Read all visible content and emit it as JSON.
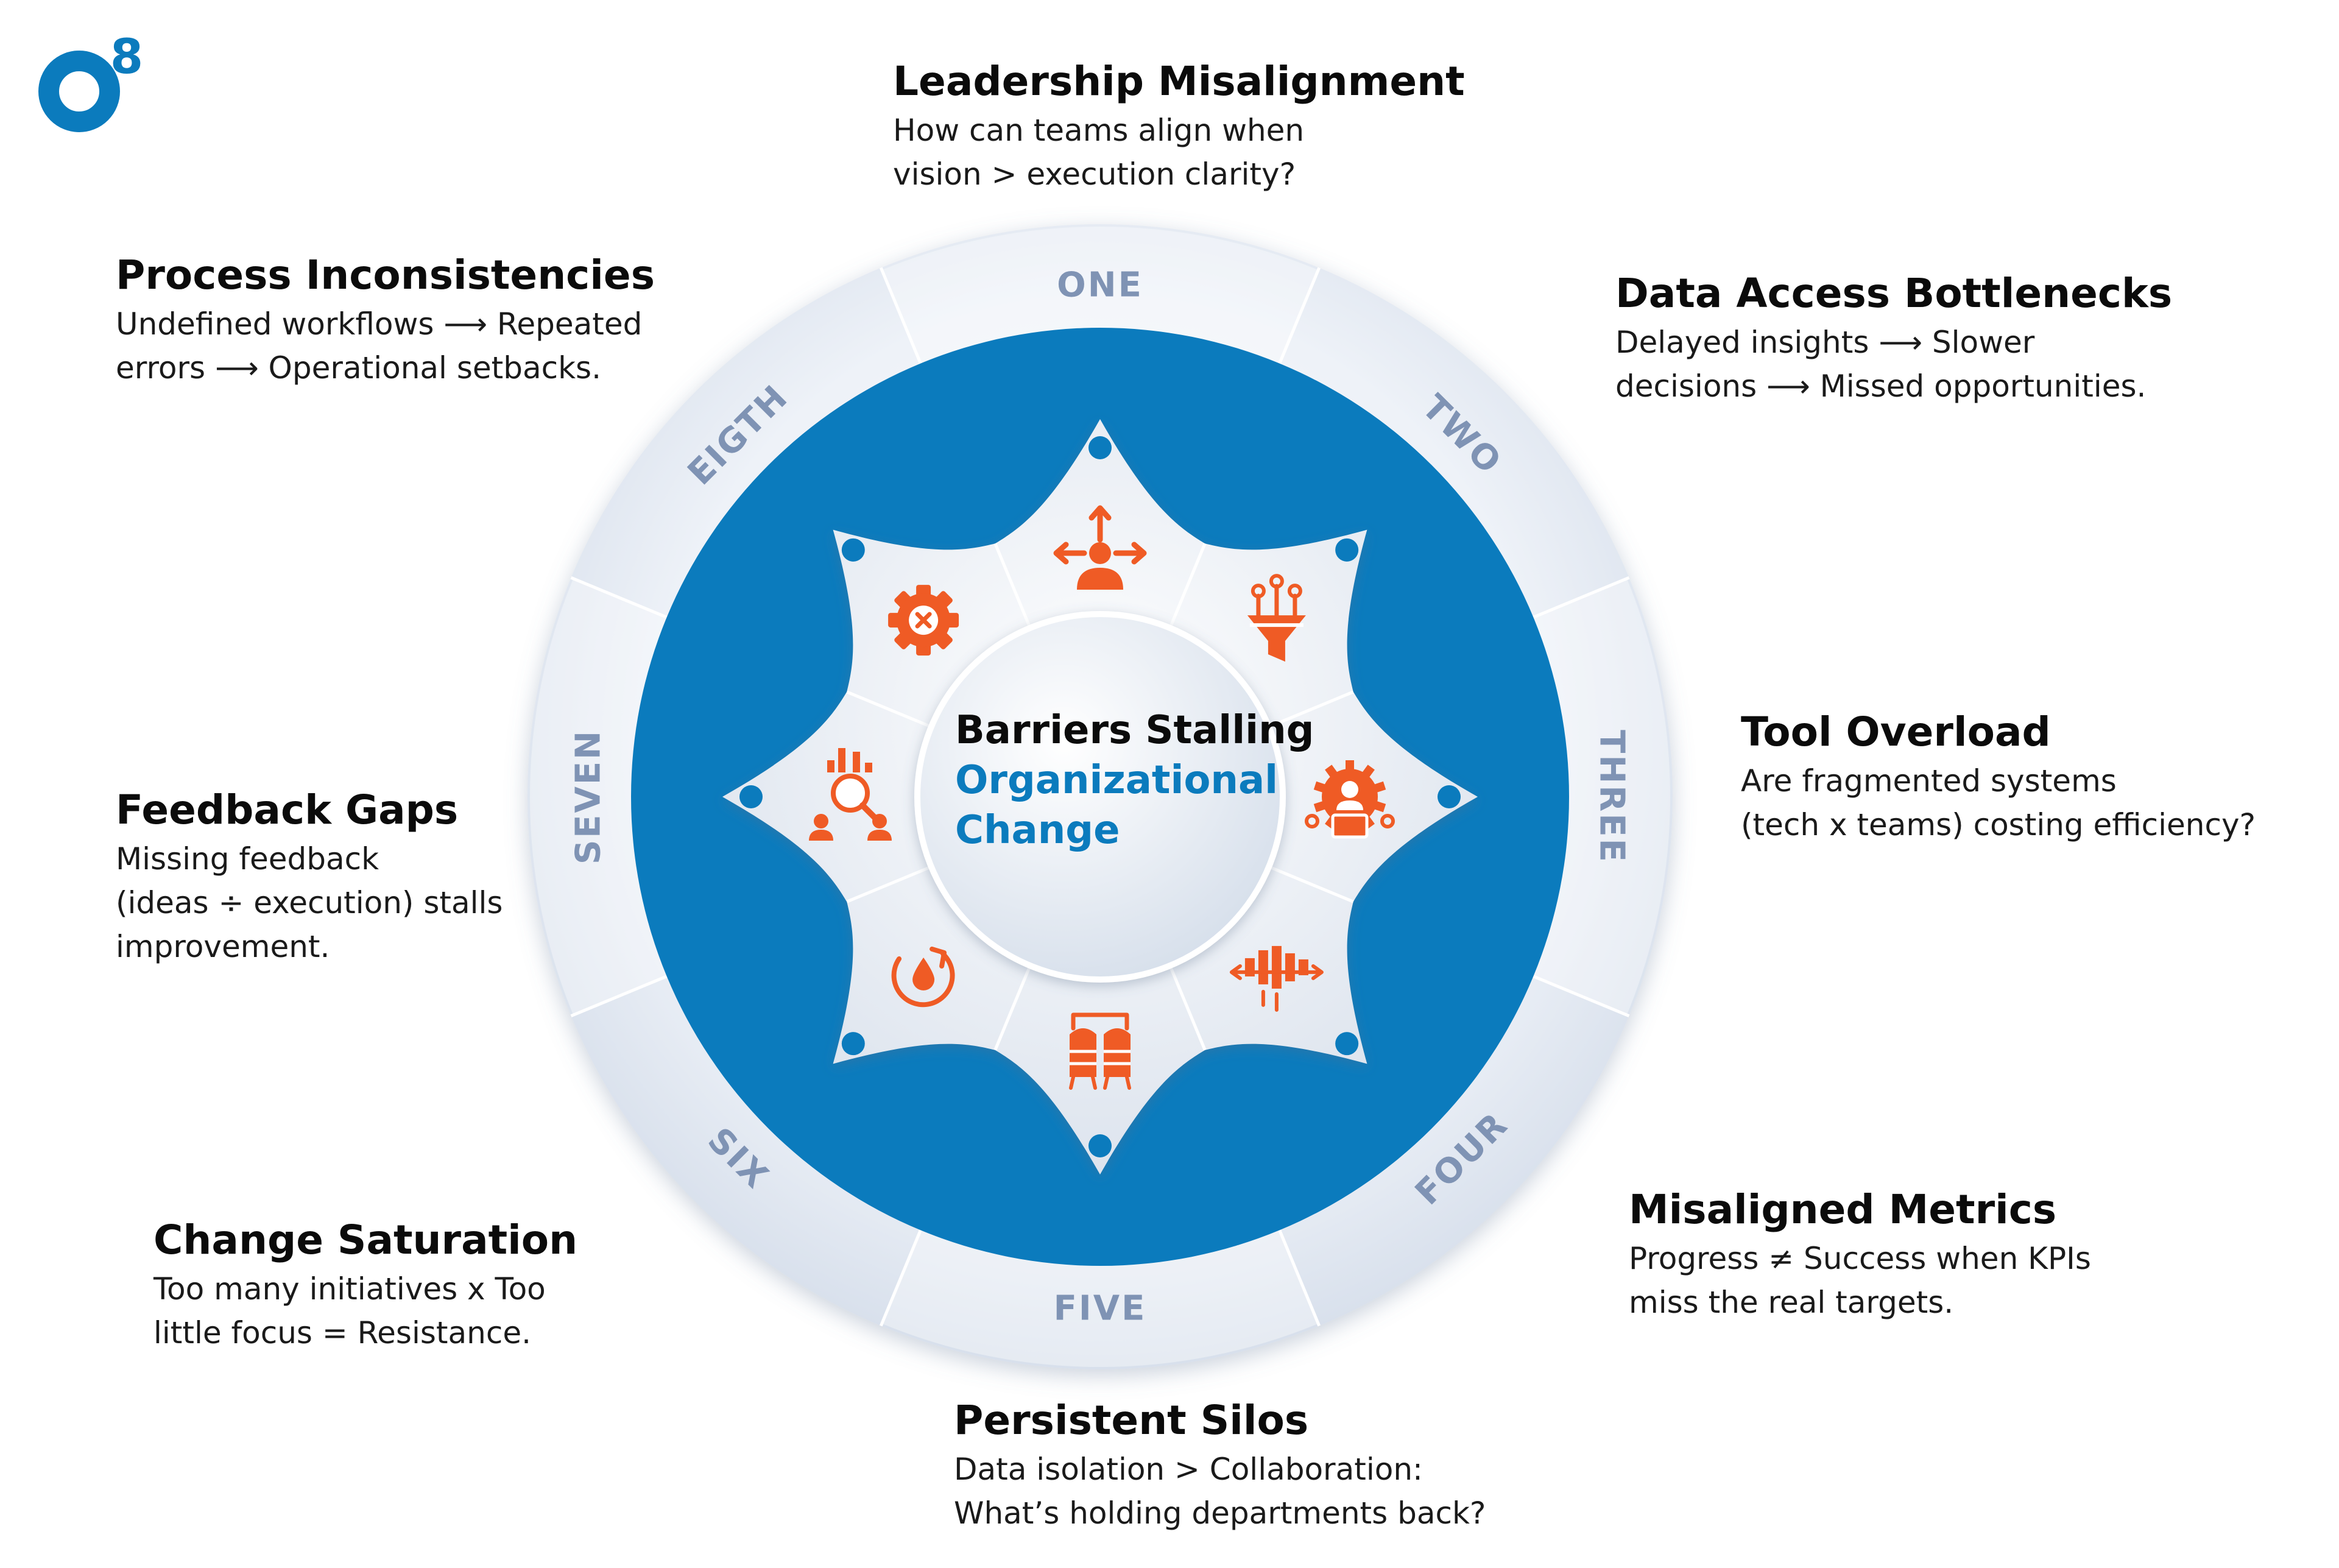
{
  "brand": {
    "mark": "O",
    "superscript": "8",
    "color": "#0b7bbd"
  },
  "colors": {
    "ring_blue": "#0b7bbd",
    "icon_orange": "#ef5b25",
    "label_gray": "#7f93b4",
    "dot_blue": "#0b7bbd"
  },
  "center": {
    "line1": "Barriers Stalling",
    "line2": "Organizational",
    "line3": "Change"
  },
  "segments": [
    {
      "label": "ONE",
      "icon": "leader-arrows-icon"
    },
    {
      "label": "TWO",
      "icon": "data-funnel-icon"
    },
    {
      "label": "THREE",
      "icon": "tool-gear-network-icon"
    },
    {
      "label": "FOUR",
      "icon": "metrics-bars-icon"
    },
    {
      "label": "FIVE",
      "icon": "silo-tanks-icon"
    },
    {
      "label": "SIX",
      "icon": "change-cycle-icon"
    },
    {
      "label": "SEVEN",
      "icon": "feedback-team-icon"
    },
    {
      "label": "EIGTH",
      "icon": "process-gear-icon"
    }
  ],
  "callouts": [
    {
      "id": "leadership",
      "title": "Leadership Misalignment",
      "lines": [
        "How can teams align when",
        "vision > execution clarity?"
      ]
    },
    {
      "id": "data-access",
      "title": "Data Access Bottlenecks",
      "lines": [
        "Delayed insights ⟶ Slower",
        "decisions ⟶ Missed opportunities."
      ]
    },
    {
      "id": "tool-overload",
      "title": "Tool Overload",
      "lines": [
        "Are fragmented systems",
        "(tech x teams) costing efficiency?"
      ]
    },
    {
      "id": "metrics",
      "title": "Misaligned Metrics",
      "lines": [
        "Progress ≠ Success when KPIs",
        "miss the real targets."
      ]
    },
    {
      "id": "silos",
      "title": "Persistent Silos",
      "lines": [
        "Data isolation > Collaboration:",
        "What’s holding departments back?"
      ]
    },
    {
      "id": "saturation",
      "title": "Change Saturation",
      "lines": [
        "Too many initiatives x Too",
        "little focus = Resistance."
      ]
    },
    {
      "id": "feedback",
      "title": "Feedback Gaps",
      "lines": [
        "Missing feedback",
        "(ideas ÷ execution) stalls",
        "improvement."
      ]
    },
    {
      "id": "process",
      "title": "Process Inconsistencies",
      "lines": [
        "Undefined workflows ⟶ Repeated",
        "errors ⟶ Operational setbacks."
      ]
    }
  ]
}
